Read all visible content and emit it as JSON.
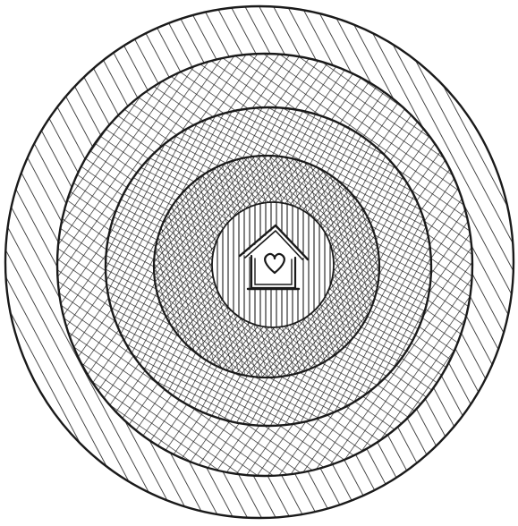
{
  "illustration": {
    "subject": "concentric-circles-with-house",
    "ring_count": 4,
    "ring_hatching": [
      "single-diagonal",
      "cross-hatch",
      "dense-cross-hatch",
      "very-dense-cross-hatch"
    ],
    "center": {
      "hatching": "vertical",
      "icon": "house-with-heart-icon"
    },
    "colors": {
      "ink": "#1a1a1a",
      "paper": "#ffffff"
    }
  }
}
